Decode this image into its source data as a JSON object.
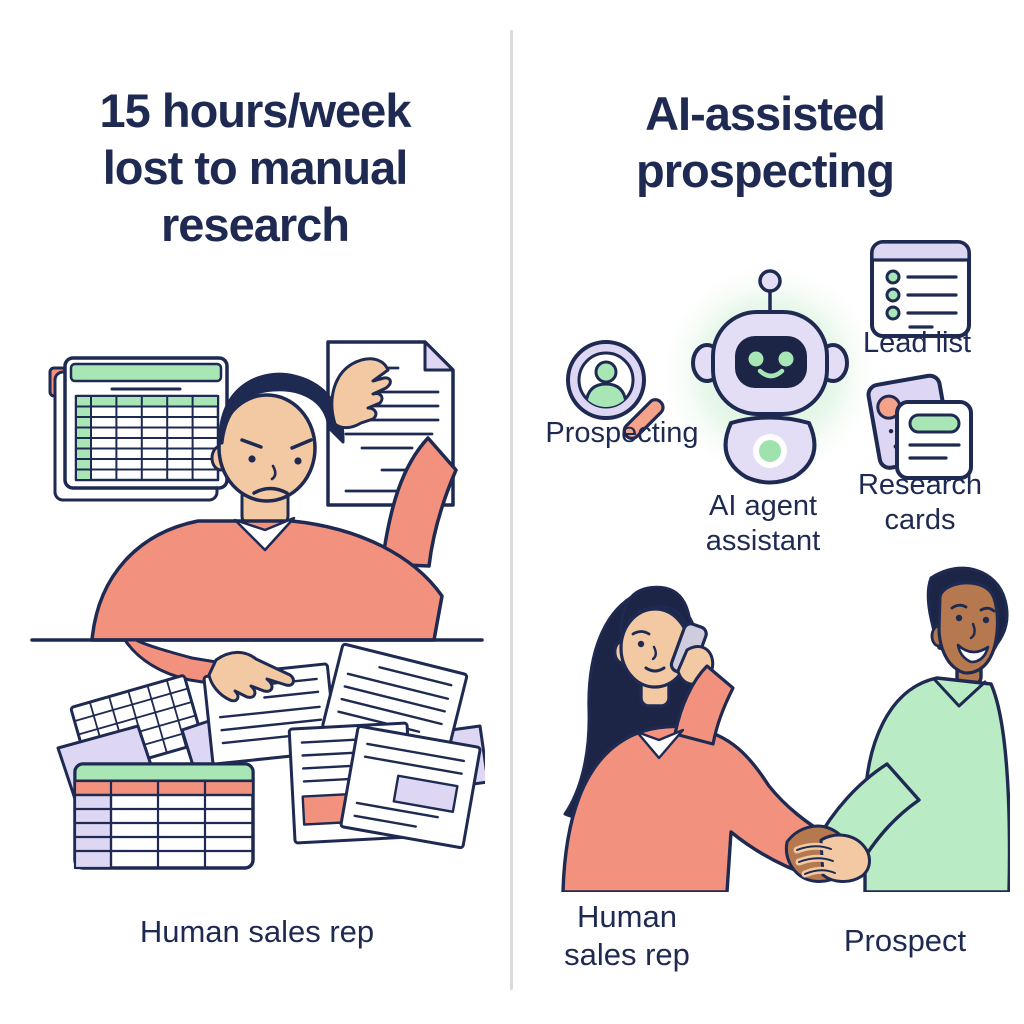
{
  "left": {
    "title_lines": [
      "15 hours/week",
      "lost to manual",
      "research"
    ],
    "caption": "Human sales rep"
  },
  "right": {
    "title_lines": [
      "AI-assisted",
      "prospecting"
    ],
    "labels": {
      "prospecting": "Prospecting",
      "ai_agent_lines": [
        "AI agent",
        "assistant"
      ],
      "lead_list": "Lead list",
      "research_cards_lines": [
        "Research",
        "cards"
      ],
      "caption_human_lines": [
        "Human",
        "sales rep"
      ],
      "caption_prospect": "Prospect"
    }
  },
  "icons": [
    "prospecting-magnifier-icon",
    "ai-robot-icon",
    "lead-list-card-icon",
    "research-cards-icon"
  ],
  "colors": {
    "navy": "#1f2a52",
    "salmon": "#f2917e",
    "green": "#a9e6b6",
    "green_shirt": "#b9ecc4",
    "lavender": "#ded7f4",
    "skin_light": "#f3c9a4",
    "skin_dark": "#b5784f",
    "glow_green": "#d6f3da",
    "phone_gray": "#cfccdd",
    "divider_gray": "#d9d9de"
  }
}
